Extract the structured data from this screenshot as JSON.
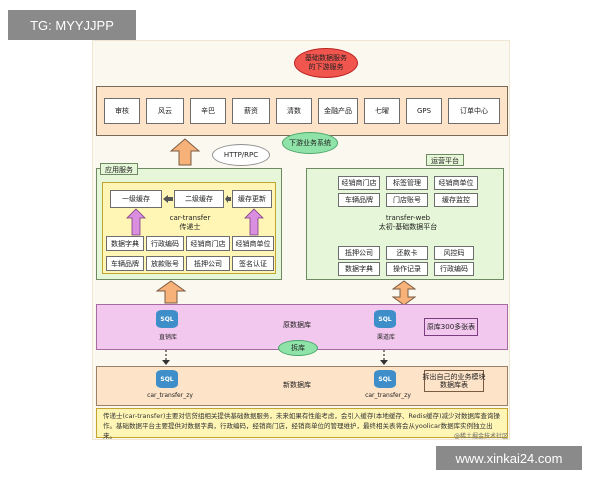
{
  "tag": "TG: MYYJJPP",
  "watermark": "www.xinkai24.com",
  "bubbles": {
    "basic_data": [
      "基础数据服务",
      "的下游服务"
    ],
    "http": "HTTP/RPC",
    "downstream": "下游业务系统",
    "split": "拆库"
  },
  "top_systems": [
    "审核",
    "风云",
    "辛巴",
    "薪资",
    "清数",
    "金融产品",
    "七曜",
    "GPS",
    "订单中心"
  ],
  "app_service": {
    "title": "应用服务",
    "cache": [
      "一级缓存",
      "二级缓存",
      "缓存更新"
    ],
    "name": [
      "car-transfer",
      "传递士"
    ],
    "modules": [
      [
        "数据字典",
        "行政编码",
        "经销商门店",
        "经销商单位"
      ],
      [
        "车辆品牌",
        "放款账号",
        "抵押公司",
        "签名认证"
      ]
    ]
  },
  "ops_platform": {
    "title": "运营平台",
    "top_modules": [
      [
        "经销商门店",
        "标签管理",
        "经销商单位"
      ],
      [
        "车辆品牌",
        "门店账号",
        "缓存监控"
      ]
    ],
    "name": [
      "transfer-web",
      "太初-基础数据平台"
    ],
    "bottom_modules": [
      [
        "抵押公司",
        "还款卡",
        "风控码"
      ],
      [
        "数据字典",
        "操作记录",
        "行政编码"
      ]
    ]
  },
  "source_db": {
    "label": "原数据库",
    "left_db": "直销库",
    "right_db": "渠道库",
    "note": "原库300多张表",
    "sql": "SQL"
  },
  "new_db": {
    "label": "新数据库",
    "db": "car_transfer_zy",
    "note": [
      "拆出自己的业务模块",
      "数据库表"
    ],
    "sql": "SQL"
  },
  "description": "传递士(car-transfer)主要对信贷组相关提供基础数据服务，未来如果有性能考虑，会引入缓存(本地缓存、Redis缓存)减少对数据库查询操作。基础数据平台主要提供对数据字典，行政编码，经销商门店，经销商单位的管理维护，最终相关表将会从yoolicar数据库实例独立出来。",
  "credit": "@稀土掘金技术社区"
}
